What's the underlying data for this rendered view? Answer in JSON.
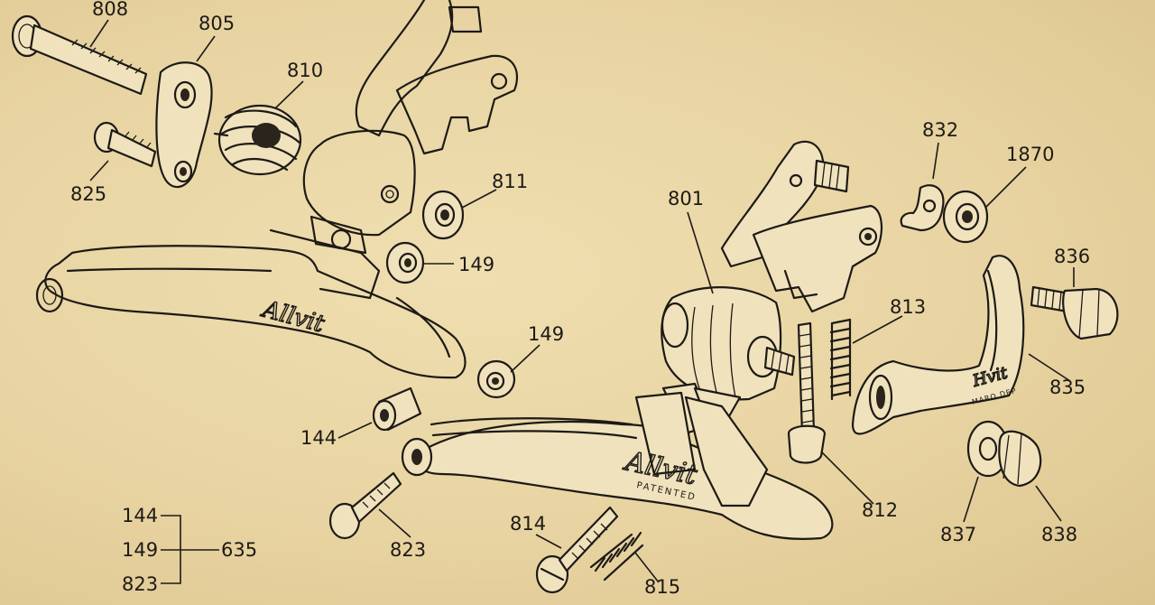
{
  "parts": {
    "p808": "808",
    "p805": "805",
    "p810": "810",
    "p825": "825",
    "p811": "811",
    "p149a": "149",
    "p149b": "149",
    "p144": "144",
    "p823": "823",
    "p801": "801",
    "p832": "832",
    "p1870": "1870",
    "p836": "836",
    "p813": "813",
    "p835": "835",
    "p812": "812",
    "p837": "837",
    "p838": "838",
    "p814": "814",
    "p815": "815"
  },
  "kit": {
    "items": [
      "144",
      "149",
      "823"
    ],
    "kit_number": "635"
  },
  "branding": {
    "logo_main": "Allvit",
    "logo_left": "Allvit",
    "patented": "PATENTED",
    "bracket_logo": "Hvit",
    "bracket_mark": "MARQ DEP"
  }
}
